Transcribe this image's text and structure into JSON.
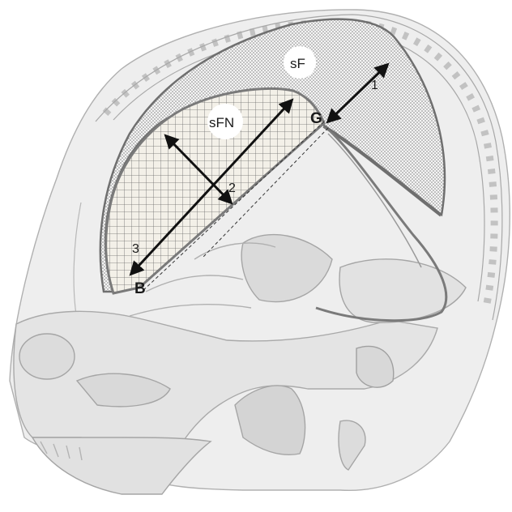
{
  "figure": {
    "colors": {
      "background": "#ffffff",
      "sketch_line": "#b0b0b0",
      "sketch_fill": "#e9e9e9",
      "skull_band": "#c9c9c9",
      "falx_outline": "#6f6f6f",
      "sf_dot": "#7a7a7a",
      "sfn_grid": "#6a6a6a",
      "sfn_fill": "#f3f0e8",
      "arrow": "#111111"
    },
    "labels": {
      "sF": "sF",
      "sFN": "sFN",
      "G": "G",
      "B": "B",
      "one": "1",
      "two": "2",
      "three": "3"
    }
  }
}
